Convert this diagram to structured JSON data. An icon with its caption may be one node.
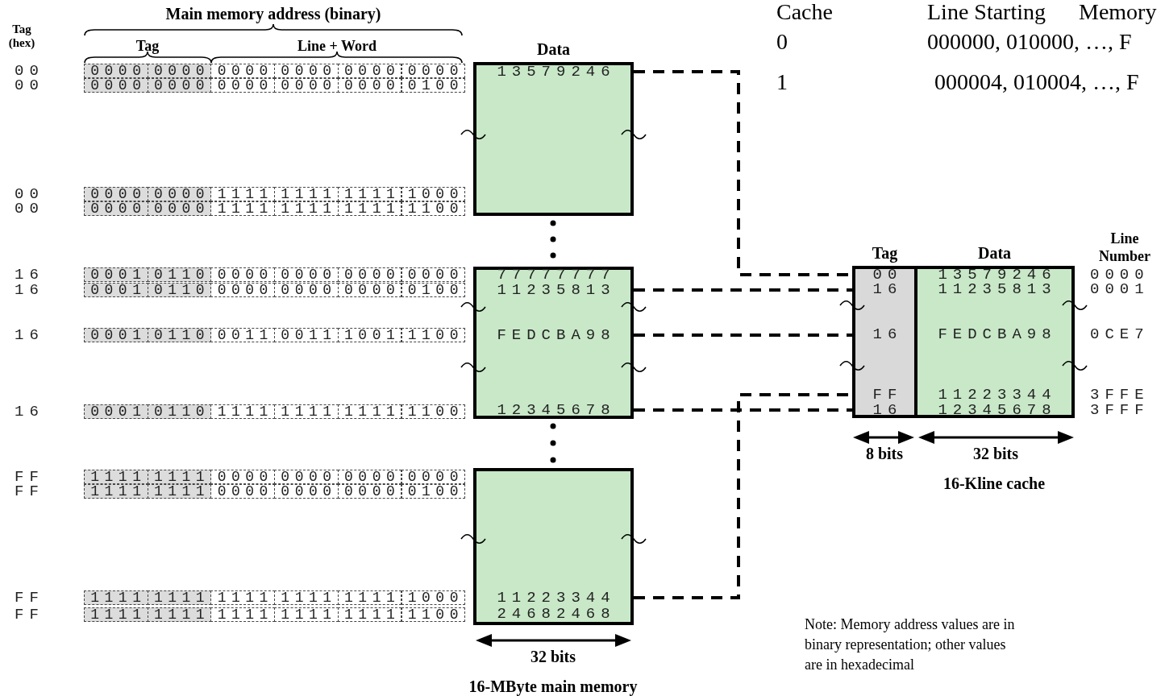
{
  "diagram": {
    "nodes": [
      {
        "text": [
          "Data"
        ]
      },
      {
        "text": [
          "13579246"
        ],
        "in": 0
      },
      {
        "text": [],
        "shape": "box"
      },
      {
        "text": [
          "77777777"
        ],
        "in": 2
      },
      {
        "text": [
          "11235813"
        ],
        "in": 2
      },
      {
        "text": [
          "FEDCBA98"
        ],
        "in": 2
      },
      {
        "text": [
          "12345678"
        ],
        "in": 2
      },
      {
        "text": [],
        "shape": "box"
      },
      {
        "text": [
          "11223344"
        ],
        "in": 7
      },
      {
        "text": [
          "24682468"
        ],
        "in": 7
      },
      {
        "text": [
          "Tag"
        ]
      },
      {
        "text": [
          "00"
        ],
        "in": 10
      },
      {
        "text": [
          "16"
        ],
        "in": 10
      },
      {
        "text": [
          "16"
        ],
        "in": 10
      },
      {
        "text": [
          "FF"
        ],
        "in": 10
      },
      {
        "text": [
          "16"
        ],
        "in": 10
      },
      {
        "text": [
          "Data"
        ]
      },
      {
        "text": [
          "13579246"
        ],
        "in": 16
      },
      {
        "text": [
          "11235813"
        ],
        "in": 16
      },
      {
        "text": [
          "FEDCBA98"
        ],
        "in": 16
      },
      {
        "text": [
          "11223344"
        ],
        "in": 16
      },
      {
        "text": [
          "12345678"
        ],
        "in": 16
      }
    ],
    "edges": [
      {
        "from": 1,
        "to": 11,
        "arrow": "none",
        "style": "dashed"
      },
      {
        "from": 4,
        "to": 12,
        "arrow": "none",
        "style": "dashed"
      },
      {
        "from": 5,
        "to": 13,
        "arrow": "none",
        "style": "dashed"
      },
      {
        "from": 8,
        "to": 14,
        "arrow": "none",
        "style": "dashed"
      },
      {
        "from": 6,
        "to": 15,
        "arrow": "none",
        "style": "dashed"
      }
    ],
    "labels": [
      "Main memory address (binary)",
      "Tag (hex)",
      "Tag",
      "Line + Word",
      "00",
      "0000",
      "0000",
      "0000",
      "0000",
      "0000",
      "0000",
      "00",
      "0000",
      "0000",
      "0000",
      "0000",
      "0000",
      "0100",
      "00",
      "0000",
      "0000",
      "1111",
      "1111",
      "1111",
      "1000",
      "00",
      "0000",
      "0000",
      "1111",
      "1111",
      "1111",
      "1100",
      "16",
      "0001",
      "0110",
      "0000",
      "0000",
      "0000",
      "0000",
      "16",
      "0001",
      "0110",
      "0000",
      "0000",
      "0000",
      "0100",
      "16",
      "0001",
      "0110",
      "0011",
      "0011",
      "1001",
      "1100",
      "16",
      "0001",
      "0110",
      "1111",
      "1111",
      "1111",
      "1100",
      "FF",
      "1111",
      "1111",
      "0000",
      "0000",
      "0000",
      "0000",
      "FF",
      "1111",
      "1111",
      "0000",
      "0000",
      "0000",
      "0100",
      "FF",
      "1111",
      "1111",
      "1111",
      "1111",
      "1111",
      "1000",
      "FF",
      "1111",
      "1111",
      "1111",
      "1111",
      "1111",
      "1100",
      "32 bits",
      "16-MByte main memory",
      "Line Number",
      "0000",
      "0001",
      "0CE7",
      "3FFE",
      "3FFF",
      "8 bits",
      "32 bits",
      "16-Kline cache",
      "Note: Memory address values are in binary representation; other values are in hexadecimal",
      "Cache",
      "Line Starting",
      "Memory",
      "0",
      "000000, 010000, …, F",
      "1",
      "000004, 010004, …, F"
    ]
  }
}
